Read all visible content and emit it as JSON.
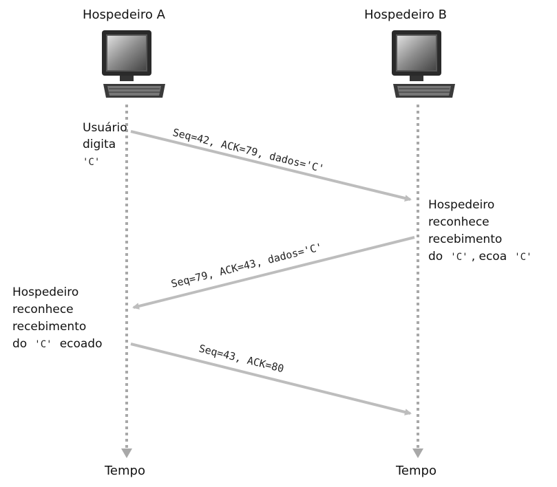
{
  "hosts": {
    "a": {
      "title": "Hospedeiro A",
      "time_label": "Tempo"
    },
    "b": {
      "title": "Hospedeiro B",
      "time_label": "Tempo"
    }
  },
  "notes": {
    "a_types": {
      "line1": "Usuário",
      "line2": "digita",
      "char": "'C'"
    },
    "b_ack": {
      "line1": "Hospedeiro",
      "line2": "reconhece",
      "line3": "recebimento",
      "prefix": "do",
      "char1": "'C'",
      "mid": ", ecoa",
      "char2": "'C'"
    },
    "a_ack": {
      "line1": "Hospedeiro",
      "line2": "reconhece",
      "line3": "recebimento",
      "prefix": "do",
      "char": "'C'",
      "suffix": "ecoado"
    }
  },
  "messages": [
    {
      "text": "Seq=42, ACK=79, dados='C'"
    },
    {
      "text": "Seq=79, ACK=43, dados='C'"
    },
    {
      "text": "Seq=43, ACK=80"
    }
  ],
  "colors": {
    "arrow": "#bdbdbd",
    "timeline": "#a8a8a8",
    "text": "#111111"
  },
  "icons": [
    "desktop-computer-icon",
    "desktop-computer-icon"
  ]
}
